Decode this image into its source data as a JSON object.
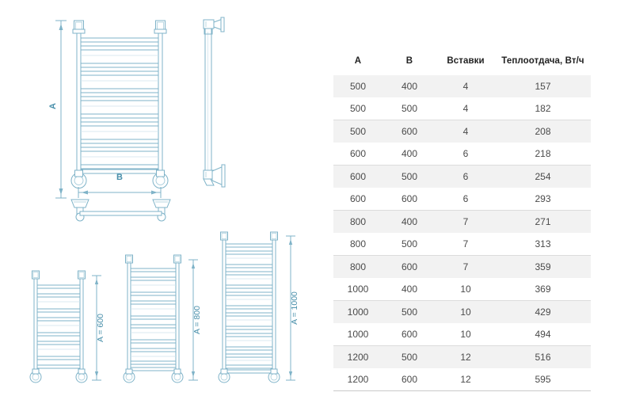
{
  "meta": {
    "background": "#ffffff",
    "line_color": "#7fb3c8",
    "line_color_dark": "#5b9bb5",
    "label_color": "#5b9bb5",
    "table_header_color": "#222222",
    "table_text_color": "#4a4a4a",
    "table_stripe_color": "#f2f2f2"
  },
  "drawing": {
    "front_view": {
      "name": "front-view",
      "dim_vertical_label": "A",
      "dim_horizontal_label": "B",
      "rung_count": 7
    },
    "side_view": {
      "name": "side-view"
    },
    "variants": [
      {
        "label": "A = 600",
        "rungs": 6
      },
      {
        "label": "A = 800",
        "rungs": 7
      },
      {
        "label": "A = 1000",
        "rungs": 10
      }
    ]
  },
  "table": {
    "headers": [
      "A",
      "B",
      "Вставки",
      "Теплоотдача, Вт/ч"
    ],
    "rows": [
      [
        "500",
        "400",
        "4",
        "157"
      ],
      [
        "500",
        "500",
        "4",
        "182"
      ],
      [
        "500",
        "600",
        "4",
        "208"
      ],
      [
        "600",
        "400",
        "6",
        "218"
      ],
      [
        "600",
        "500",
        "6",
        "254"
      ],
      [
        "600",
        "600",
        "6",
        "293"
      ],
      [
        "800",
        "400",
        "7",
        "271"
      ],
      [
        "800",
        "500",
        "7",
        "313"
      ],
      [
        "800",
        "600",
        "7",
        "359"
      ],
      [
        "1000",
        "400",
        "10",
        "369"
      ],
      [
        "1000",
        "500",
        "10",
        "429"
      ],
      [
        "1000",
        "600",
        "10",
        "494"
      ],
      [
        "1200",
        "500",
        "12",
        "516"
      ],
      [
        "1200",
        "600",
        "12",
        "595"
      ]
    ]
  }
}
